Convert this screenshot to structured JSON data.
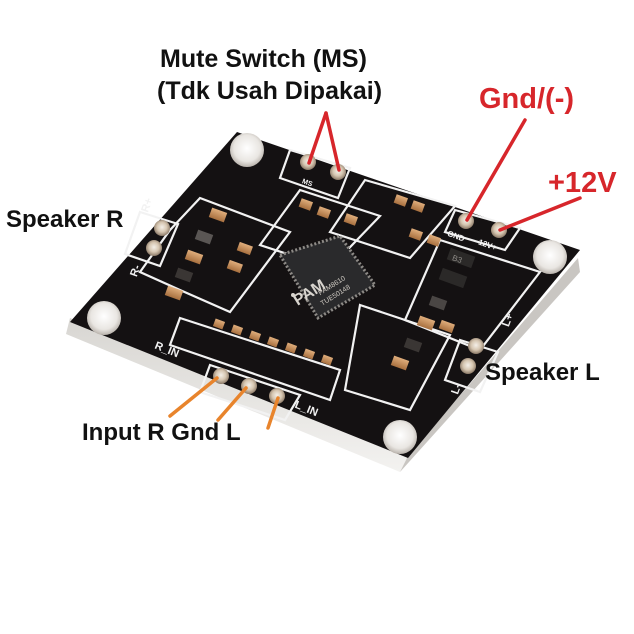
{
  "image": {
    "subject": "PAM8610 stereo audio amplifier board",
    "chip": {
      "logo": "PAM",
      "part_number": "PAM8610",
      "code": "TUE50148"
    },
    "silkscreen": {
      "r_plus": "R+",
      "r_minus": "R-",
      "l_plus": "L+",
      "l_minus": "L-",
      "r_in": "R_IN",
      "l_in": "L_IN",
      "gnd": "GND",
      "v12": "12V+",
      "ms": "MS",
      "diode_code": "B3"
    }
  },
  "annotations": {
    "mute_line1": "Mute Switch (MS)",
    "mute_line2": "(Tdk Usah Dipakai)",
    "gnd": "Gnd/(-)",
    "v12": "+12V",
    "speaker_r": "Speaker R",
    "speaker_l": "Speaker L",
    "input": "Input R Gnd L"
  },
  "colors": {
    "board": "#121010",
    "silk": "#f2f2f2",
    "pad": "#d9cbb8",
    "cap": "#c7915e",
    "chip": "#2a2a2c",
    "red_arrow": "#d7262b",
    "orange_arrow": "#e8842c",
    "label_text": "#111111"
  }
}
